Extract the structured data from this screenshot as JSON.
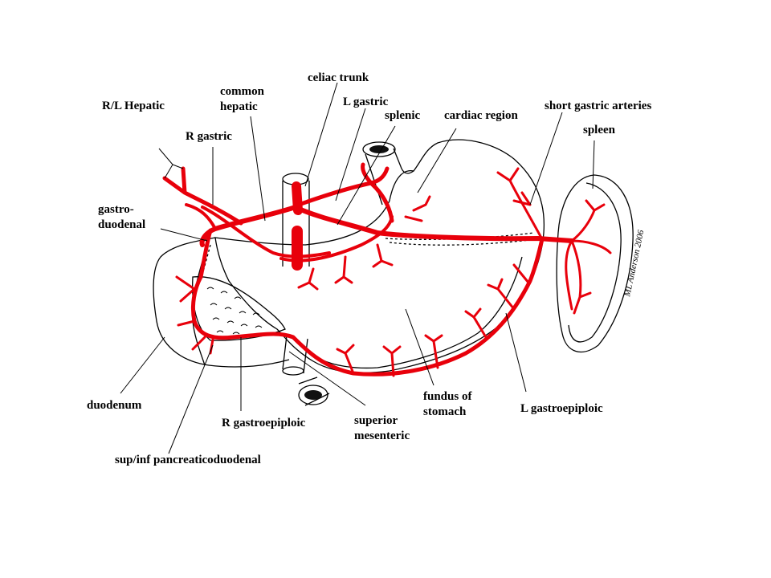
{
  "colors": {
    "artery": "#e8000b",
    "ink": "#000000",
    "background": "#ffffff"
  },
  "labels": {
    "rl_hepatic": "R/L Hepatic",
    "common_hepatic_1": "common",
    "common_hepatic_2": "hepatic",
    "celiac_trunk": "celiac trunk",
    "l_gastric": "L gastric",
    "splenic": "splenic",
    "cardiac_region": "cardiac region",
    "short_gastric": "short gastric arteries",
    "spleen": "spleen",
    "r_gastric": "R gastric",
    "gastroduodenal_1": "gastro-",
    "gastroduodenal_2": "duodenal",
    "duodenum": "duodenum",
    "r_gastroepiploic": "R gastroepiploic",
    "superior_mesenteric_1": "superior",
    "superior_mesenteric_2": "mesenteric",
    "fundus_1": "fundus of",
    "fundus_2": "stomach",
    "l_gastroepiploic": "L gastroepiploic",
    "pancreaticoduodenal": "sup/inf pancreaticoduodenal"
  },
  "signature": "ML Anderson 2006"
}
